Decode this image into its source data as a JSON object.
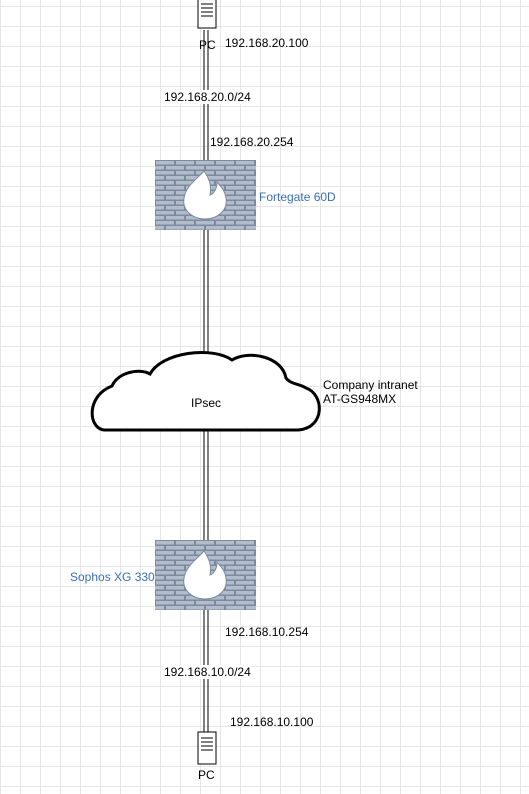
{
  "nodes": {
    "pc_top": {
      "label": "PC",
      "ip": "192.168.20.100"
    },
    "subnet_top": "192.168.20.0/24",
    "fw_top": {
      "gateway_ip": "192.168.20.254",
      "name": "Fortegate 60D"
    },
    "cloud": {
      "label": "IPsec",
      "note_line1": "Company intranet",
      "note_line2": "AT-GS948MX"
    },
    "fw_bottom": {
      "name": "Sophos XG 330",
      "gateway_ip": "192.168.10.254"
    },
    "subnet_bottom": "192.168.10.0/24",
    "pc_bottom": {
      "ip": "192.168.10.100",
      "label": "PC"
    }
  },
  "colors": {
    "firewall_brick": "#b3bccb",
    "firewall_mortar": "#7c8aa0",
    "flame": "#ffffff",
    "label_blue": "#3a6fb4",
    "line": "#000000"
  },
  "icons": [
    "pc-icon",
    "firewall-icon",
    "cloud-icon"
  ]
}
